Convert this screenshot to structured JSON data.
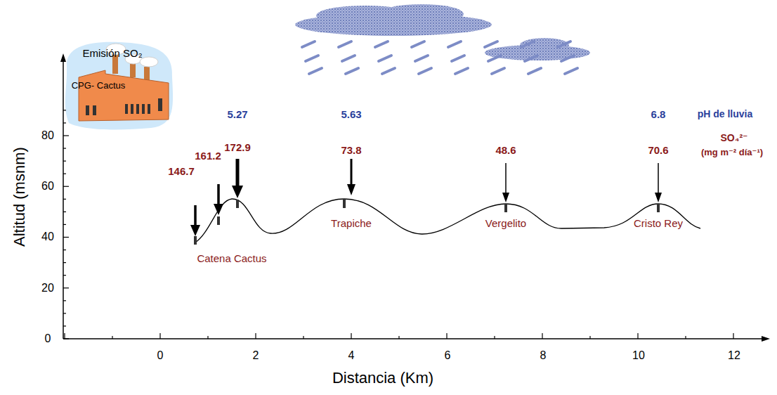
{
  "diagram": {
    "labels": [
      "Emisión SO₂",
      "CPG- Cactus",
      "80",
      "60",
      "40",
      "20",
      "0",
      "0",
      "2",
      "4",
      "6",
      "8",
      "10",
      "12",
      "Altitud (msnm)",
      "Distancia  (Km)",
      "5.27",
      "5.63",
      "6.8",
      "pH de lluvia",
      "SO₄²⁻",
      "(mg m⁻² día⁻¹)",
      "146.7",
      "161.2",
      "172.9",
      "73.8",
      "48.6",
      "70.6",
      "Catena Cactus",
      "Trapiche",
      "Vergelito",
      "Cristo Rey"
    ]
  }
}
